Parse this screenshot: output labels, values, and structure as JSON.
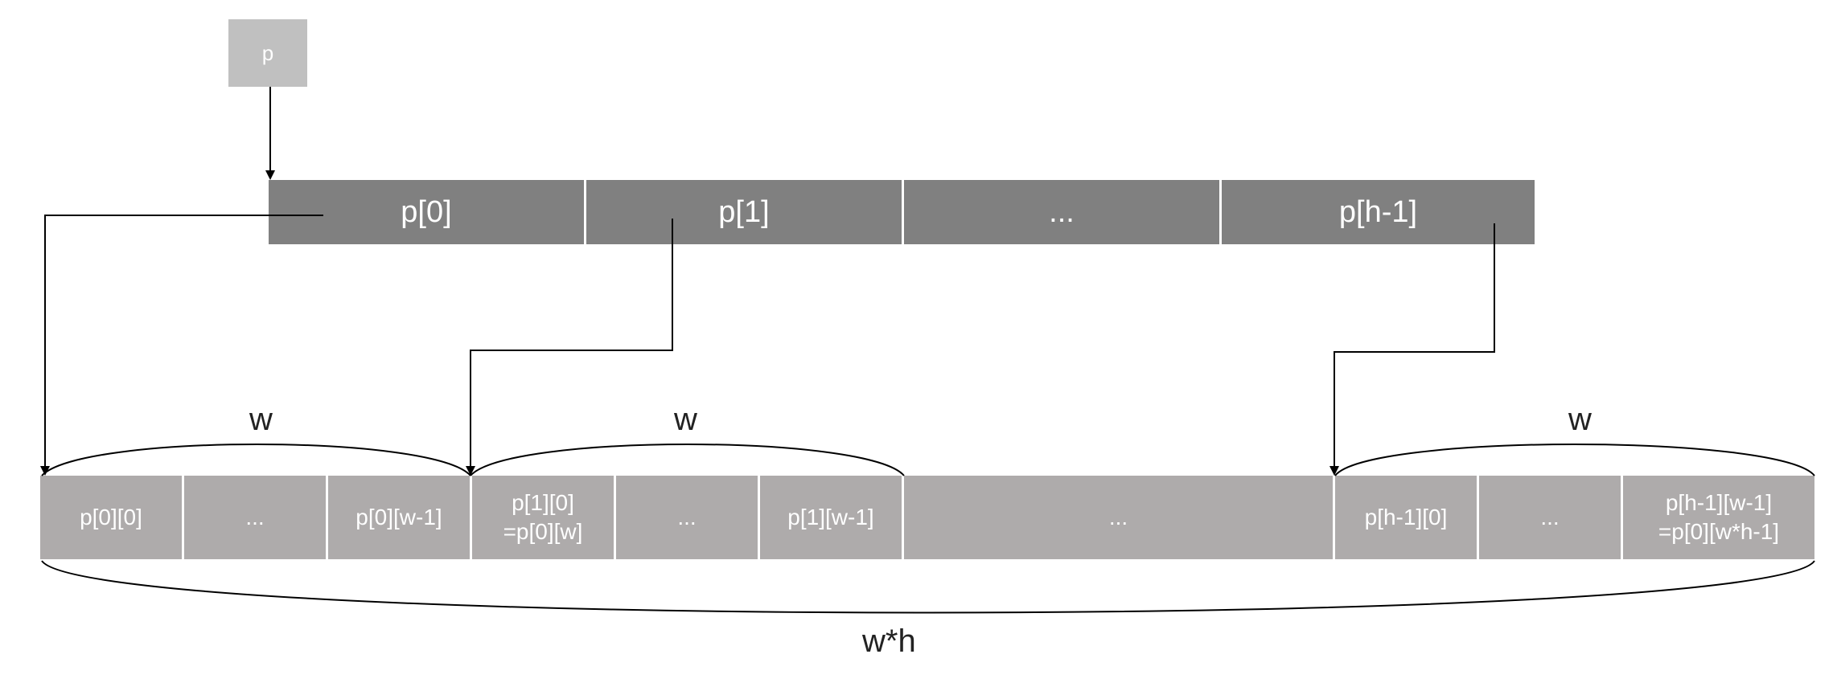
{
  "pointer_label": "p",
  "row_pointers": [
    "p[0]",
    "p[1]",
    "...",
    "p[h-1]"
  ],
  "data_cells": [
    "p[0][0]",
    "...",
    "p[0][w-1]",
    "p[1][0]\n=p[0][w]",
    "...",
    "p[1][w-1]",
    "...",
    "p[h-1][0]",
    "...",
    "p[h-1][w-1]\n=p[0][w*h-1]"
  ],
  "brace_labels": [
    "w",
    "w",
    "w"
  ],
  "total_label": "w*h",
  "colors": {
    "pointer_box": "#c0c0c0",
    "row_pointer_cells": "#808080",
    "data_cells": "#aeabab",
    "lines": "#000000"
  }
}
